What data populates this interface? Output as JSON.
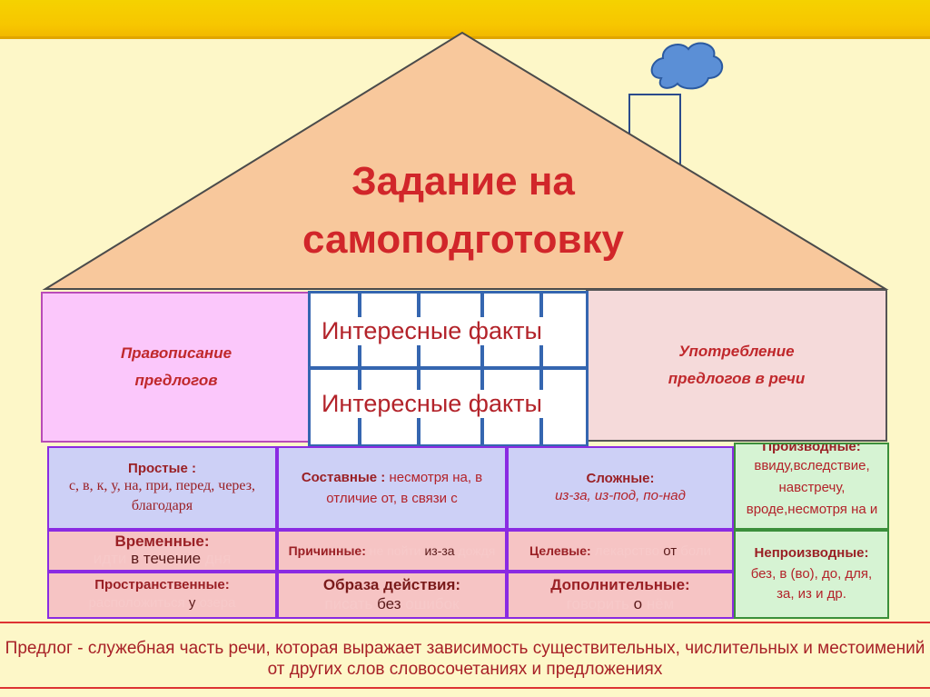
{
  "roof": {
    "title": "Задание на самоподготовку"
  },
  "left_panel": {
    "label": "Правописание предлогов"
  },
  "right_panel": {
    "label": "Употребление предлогов в речи"
  },
  "windows": [
    {
      "label": "Интересные факты"
    },
    {
      "label": "Интересные факты"
    }
  ],
  "types": {
    "simple": {
      "title": "Простые :",
      "examples": "с, в, к, у, на, при, перед, через, благодаря"
    },
    "compound": {
      "title": "Составные :",
      "examples": "несмотря на, в отличие от, в связи с"
    },
    "complex": {
      "title": "Сложные:",
      "examples": "из-за, из-под, по-над"
    },
    "derivative": {
      "title": "Производные:",
      "examples": "ввиду,вследствие, навстречу, вроде,несмотря на и др."
    },
    "nonderivative": {
      "title": "Непроизводные:",
      "examples": "без, в (во), до, для, за, из и др."
    }
  },
  "meanings": {
    "temporal": {
      "title": "Временные:",
      "w1": "идти",
      "w2": "в течение",
      "w3": "дня"
    },
    "causal": {
      "title": "Причинные:",
      "w1": "не пойти",
      "w2": "из-за",
      "w3": "дождя"
    },
    "purpose": {
      "title": "Целевые:",
      "w1": "лекарство",
      "w2": "от",
      "w3": "боли"
    },
    "spatial": {
      "title": "Пространственные:",
      "w1": "расположиться",
      "w2": "у",
      "w3": "озера"
    },
    "manner": {
      "title": "Образа действия:",
      "w1": "писать",
      "w2": "без",
      "w3": "ошибок"
    },
    "additional": {
      "title": "Дополнительные:",
      "w1": "говорить",
      "w2": "о",
      "w3": "нём"
    }
  },
  "definition": "Предлог - служебная часть речи, которая выражает зависимость существительных, числительных и местоимений от других слов словосочетаниях и предложениях"
}
